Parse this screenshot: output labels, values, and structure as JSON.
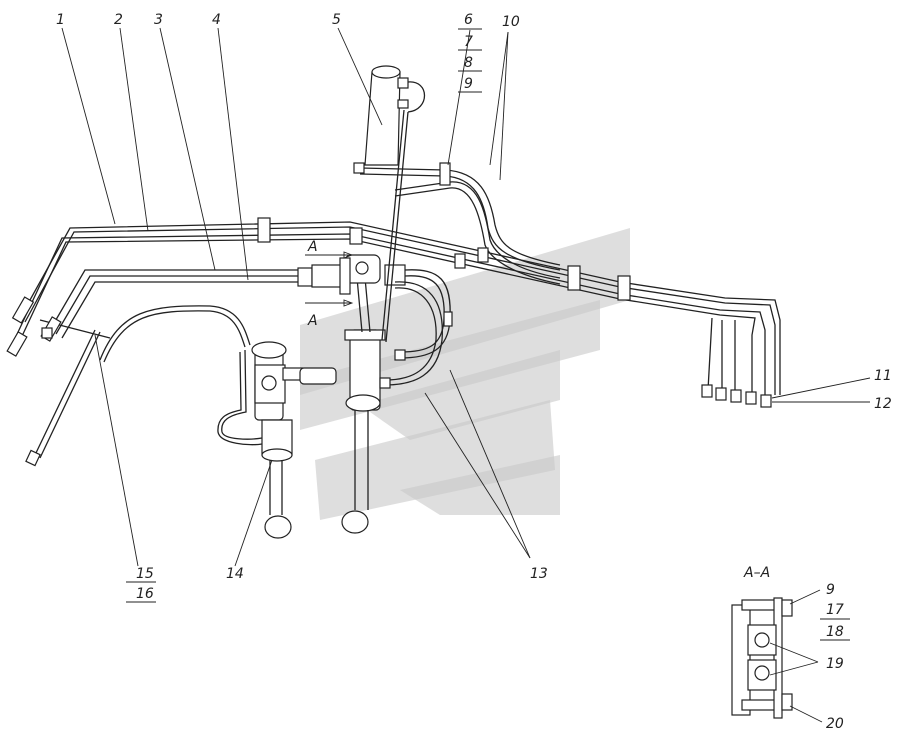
{
  "callouts": {
    "c1": "1",
    "c2": "2",
    "c3": "3",
    "c4": "4",
    "c5": "5",
    "c6": "6",
    "c7": "7",
    "c8": "8",
    "c9": "9",
    "c10": "10",
    "c11": "11",
    "c12": "12",
    "c13": "13",
    "c14": "14",
    "c15": "15",
    "c16": "16"
  },
  "section_markers": {
    "top": "A",
    "bottom": "A"
  },
  "section_view": {
    "title": "A–A",
    "c9": "9",
    "c17": "17",
    "c18": "18",
    "c19": "19",
    "c20": "20"
  },
  "colors": {
    "line": "#222222",
    "watermark": "#c8c8c8"
  }
}
